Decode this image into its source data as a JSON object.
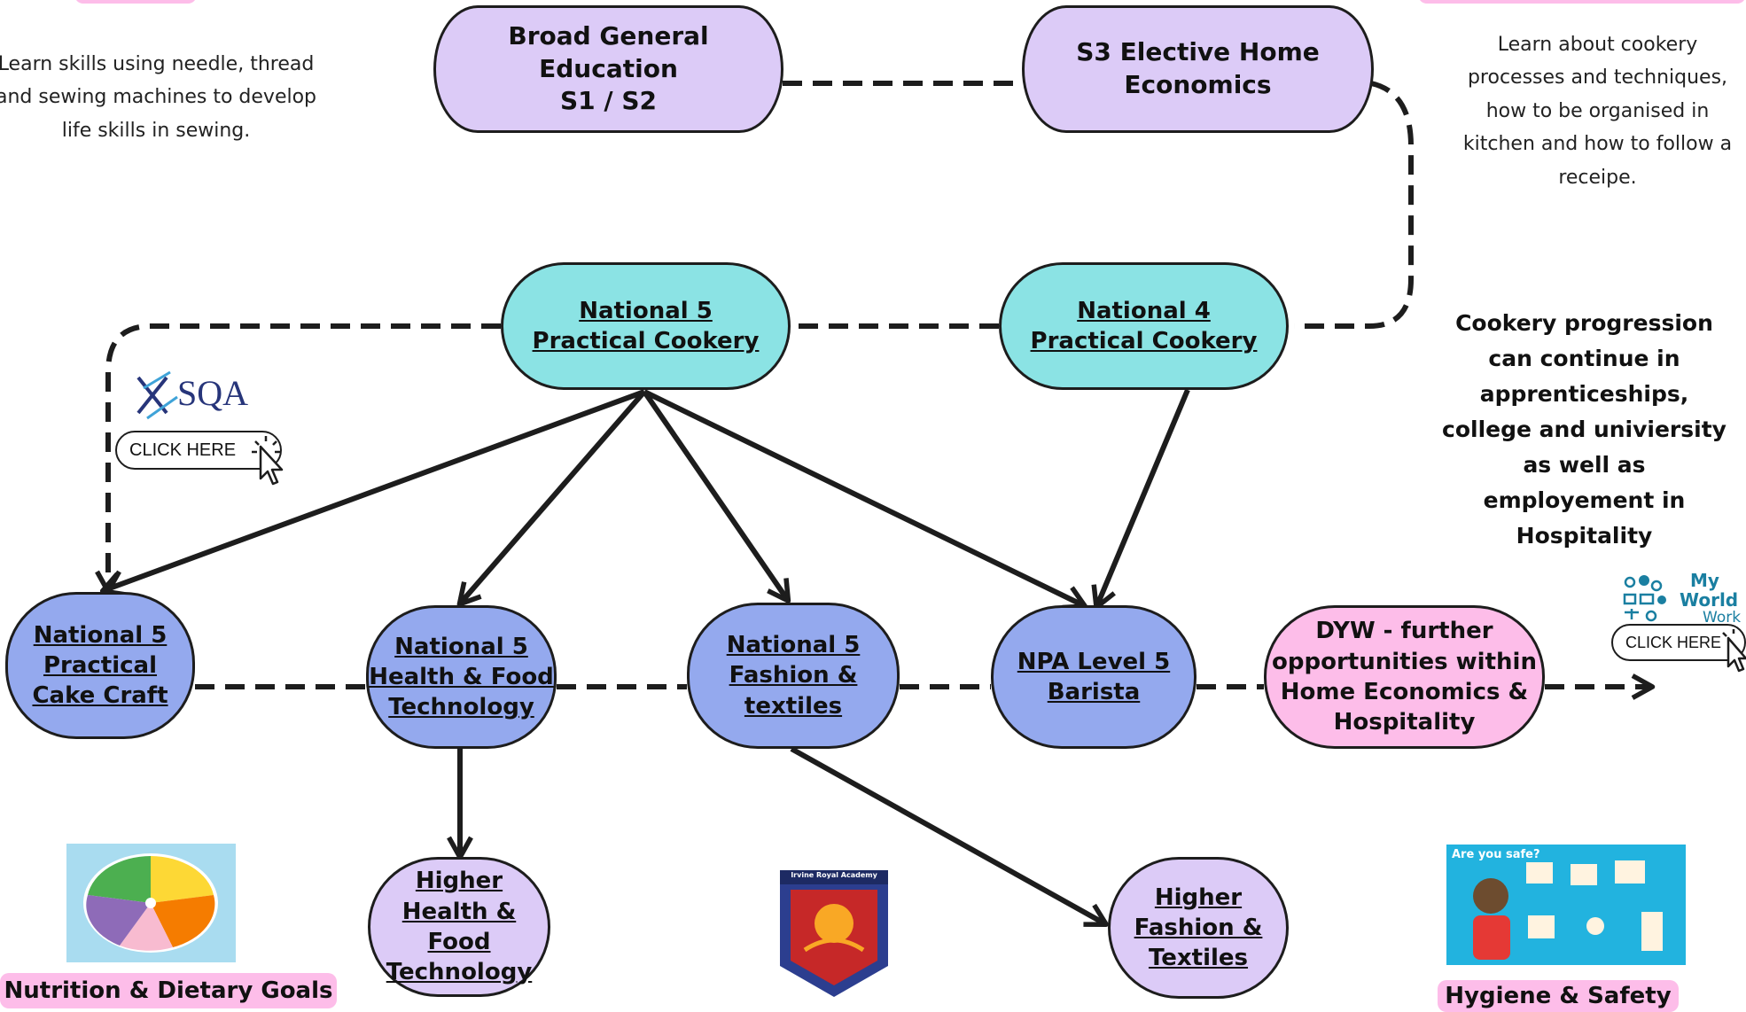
{
  "nodes": {
    "bge": {
      "line1": "Broad General Education",
      "line2": "S1 / S2"
    },
    "s3": {
      "line1": "S3 Elective Home",
      "line2": "Economics"
    },
    "n5pc": {
      "line1": "National 5",
      "line2": "Practical Cookery"
    },
    "n4pc": {
      "line1": "National 4",
      "line2": "Practical Cookery"
    },
    "n5cake": {
      "line1": "National 5",
      "line2": "Practical",
      "line3": "Cake Craft"
    },
    "n5hft": {
      "line1": "National 5",
      "line2": "Health & Food",
      "line3": "Technology"
    },
    "n5ft": {
      "line1": "National 5",
      "line2": "Fashion &",
      "line3": "textiles"
    },
    "npa": {
      "line1": "NPA Level 5",
      "line2": "Barista"
    },
    "dyw": {
      "line1": "DYW - further",
      "line2": "opportunities within",
      "line3": "Home Economics &",
      "line4": "Hospitality"
    },
    "hhft": {
      "line1": "Higher",
      "line2": "Health &",
      "line3": "Food",
      "line4": "Technology"
    },
    "hft": {
      "line1": "Higher",
      "line2": "Fashion &",
      "line3": "Textiles"
    }
  },
  "sewing_text": {
    "line1": "Learn skills using needle, thread",
    "line2": "and sewing machines to develop",
    "line3": "life skills in sewing."
  },
  "cookery_text": {
    "line1": "Learn about cookery",
    "line2": "processes and techniques,",
    "line3": "how to be organised in",
    "line4": "kitchen and how to follow a",
    "line5": "receipe."
  },
  "progression_text": {
    "line1": "Cookery progression",
    "line2": "can continue in",
    "line3": "apprenticeships,",
    "line4": "college and univiersity",
    "line5": "as well as",
    "line6": "employement in",
    "line7": "Hospitality"
  },
  "sqa": {
    "logo_text": "SQA",
    "button": "CLICK HERE"
  },
  "myworld": {
    "logo_line1": "My",
    "logo_line2": "World",
    "logo_line3": "Work",
    "button": "CLICK HERE"
  },
  "tags": {
    "nutrition": "Nutrition & Dietary Goals",
    "hygiene": "Hygiene & Safety"
  },
  "hygiene_poster": {
    "title": "Are you safe?"
  },
  "crest": {
    "label": "Irvine Royal Academy"
  },
  "colors": {
    "lavender": "#dccbf7",
    "teal": "#8be3e4",
    "blue": "#94a9ee",
    "pink": "#fdbde9",
    "line": "#1d1d1d"
  }
}
